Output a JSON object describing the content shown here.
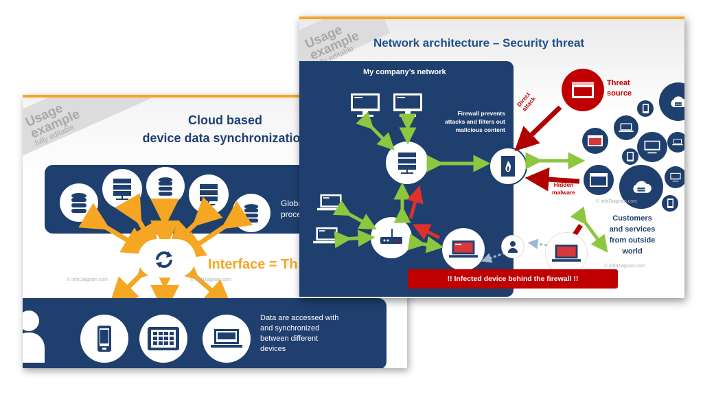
{
  "back_slide": {
    "watermark": {
      "line1": "Usage",
      "line2": "example",
      "line3": "fully editable"
    },
    "title_line1": "Cloud based",
    "title_line2": "device data synchronization",
    "top_panel_text_line1": "Globa",
    "top_panel_text_line2": "proce",
    "interface_text": "Interface = Th",
    "copyright_left": "© infoDiagram.com",
    "copyright_mid": "© infoDiagram.com",
    "bottom_text_line1": "Data are accessed with",
    "bottom_text_line2": "and synchronized",
    "bottom_text_line3": "between different",
    "bottom_text_line4": "devices",
    "colors": {
      "navy": "#1f3f6e",
      "orange": "#f5a623",
      "title": "#1f3f72"
    }
  },
  "front_slide": {
    "watermark": {
      "line1": "Usage",
      "line2": "example",
      "line3": "fully editable"
    },
    "title": "Network architecture – Security threat",
    "panel_title": "My company’s network",
    "firewall_note_line1": "Firewall prevents",
    "firewall_note_line2": "attacks and filters out",
    "firewall_note_line3": "malicious content",
    "direct_attack_line1": "Direct",
    "direct_attack_line2": "attack",
    "threat_source_line1": "Threat",
    "threat_source_line2": "source",
    "hidden_malware_line1": "Hidden",
    "hidden_malware_line2": "malware",
    "customers_line1": "Customers",
    "customers_line2": "and services",
    "customers_line3": "from outside",
    "customers_line4": "world",
    "infected_banner": "!! Infected device behind the firewall !!",
    "copyright_right": "© infoDiagram.com",
    "copyright_cloud": "© infoDiagram.com",
    "colors": {
      "navy": "#1f3f6e",
      "red": "#c00000",
      "green": "#8dc63f",
      "title": "#1f4e8c"
    }
  },
  "icons": {
    "back": [
      "database-icon",
      "server-icon",
      "sync-icon",
      "phone-icon",
      "tablet-icon",
      "laptop-icon",
      "person-icon"
    ],
    "front": [
      "monitor-icon",
      "server-icon",
      "router-icon",
      "laptop-icon",
      "firewall-icon",
      "threat-browser-icon",
      "cloud-icon",
      "person-icon"
    ]
  }
}
